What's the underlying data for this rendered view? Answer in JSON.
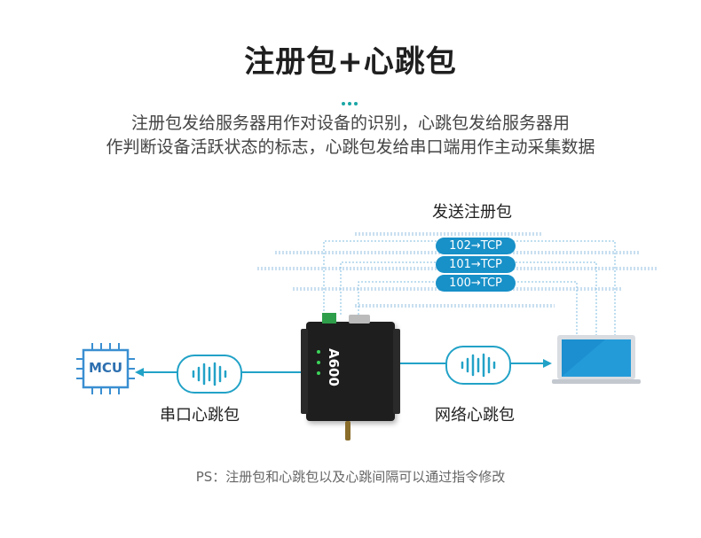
{
  "title": "注册包+心跳包",
  "description": {
    "line1": "注册包发给服务器用作对设备的识别，心跳包发给服务器用",
    "line2": "作判断设备活跃状态的标志，心跳包发给串口端用作主动采集数据"
  },
  "send_register_label": "发送注册包",
  "tcp_pills": [
    "102→TCP",
    "101→TCP",
    "100→TCP"
  ],
  "mcu_label": "MCU",
  "device_model": "A600",
  "serial_heartbeat_label": "串口心跳包",
  "network_heartbeat_label": "网络心跳包",
  "ps_note": "PS：注册包和心跳包以及心跳间隔可以通过指令修改",
  "colors": {
    "accent": "#1aa6a6",
    "pill": "#1890c8",
    "line": "#22a2c7"
  }
}
